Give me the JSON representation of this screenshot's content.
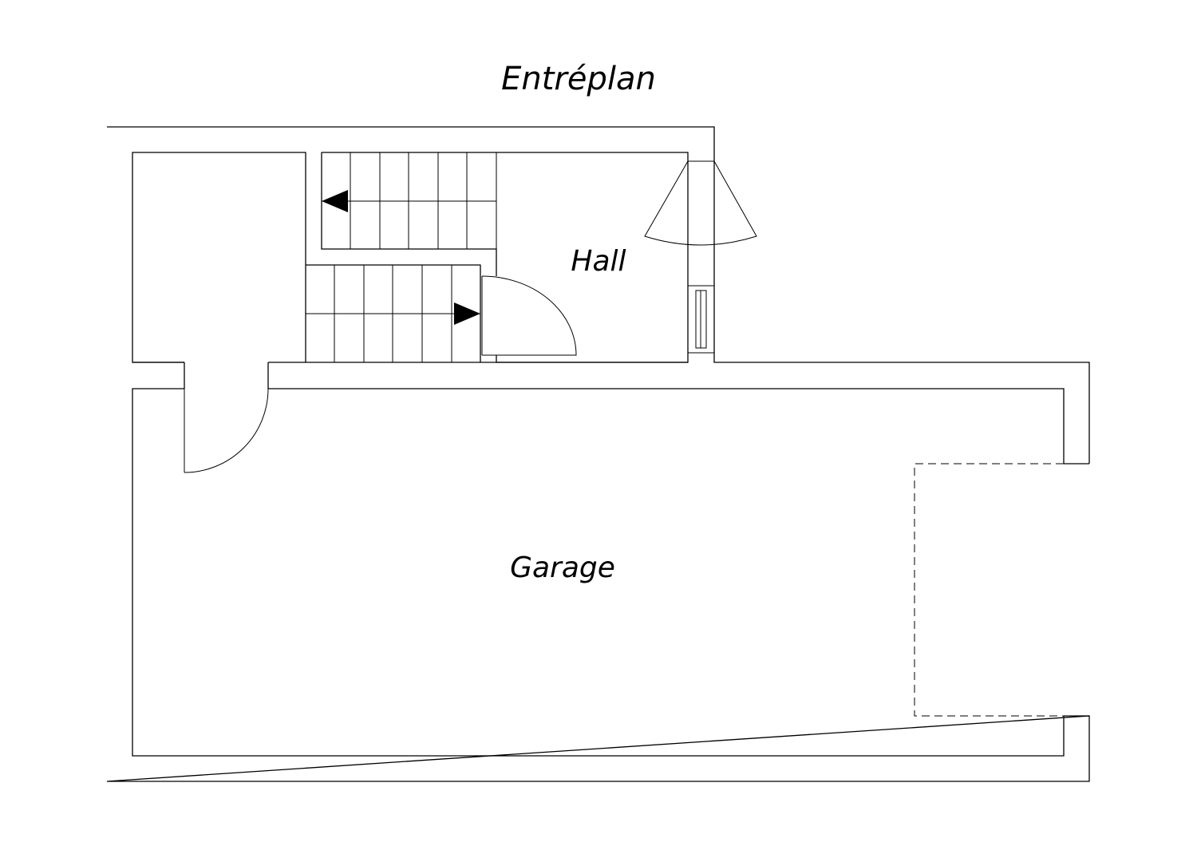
{
  "title": "Entréplan",
  "rooms": {
    "hall": "Hall",
    "garage": "Garage"
  },
  "colors": {
    "line": "#000000",
    "background": "#ffffff"
  }
}
